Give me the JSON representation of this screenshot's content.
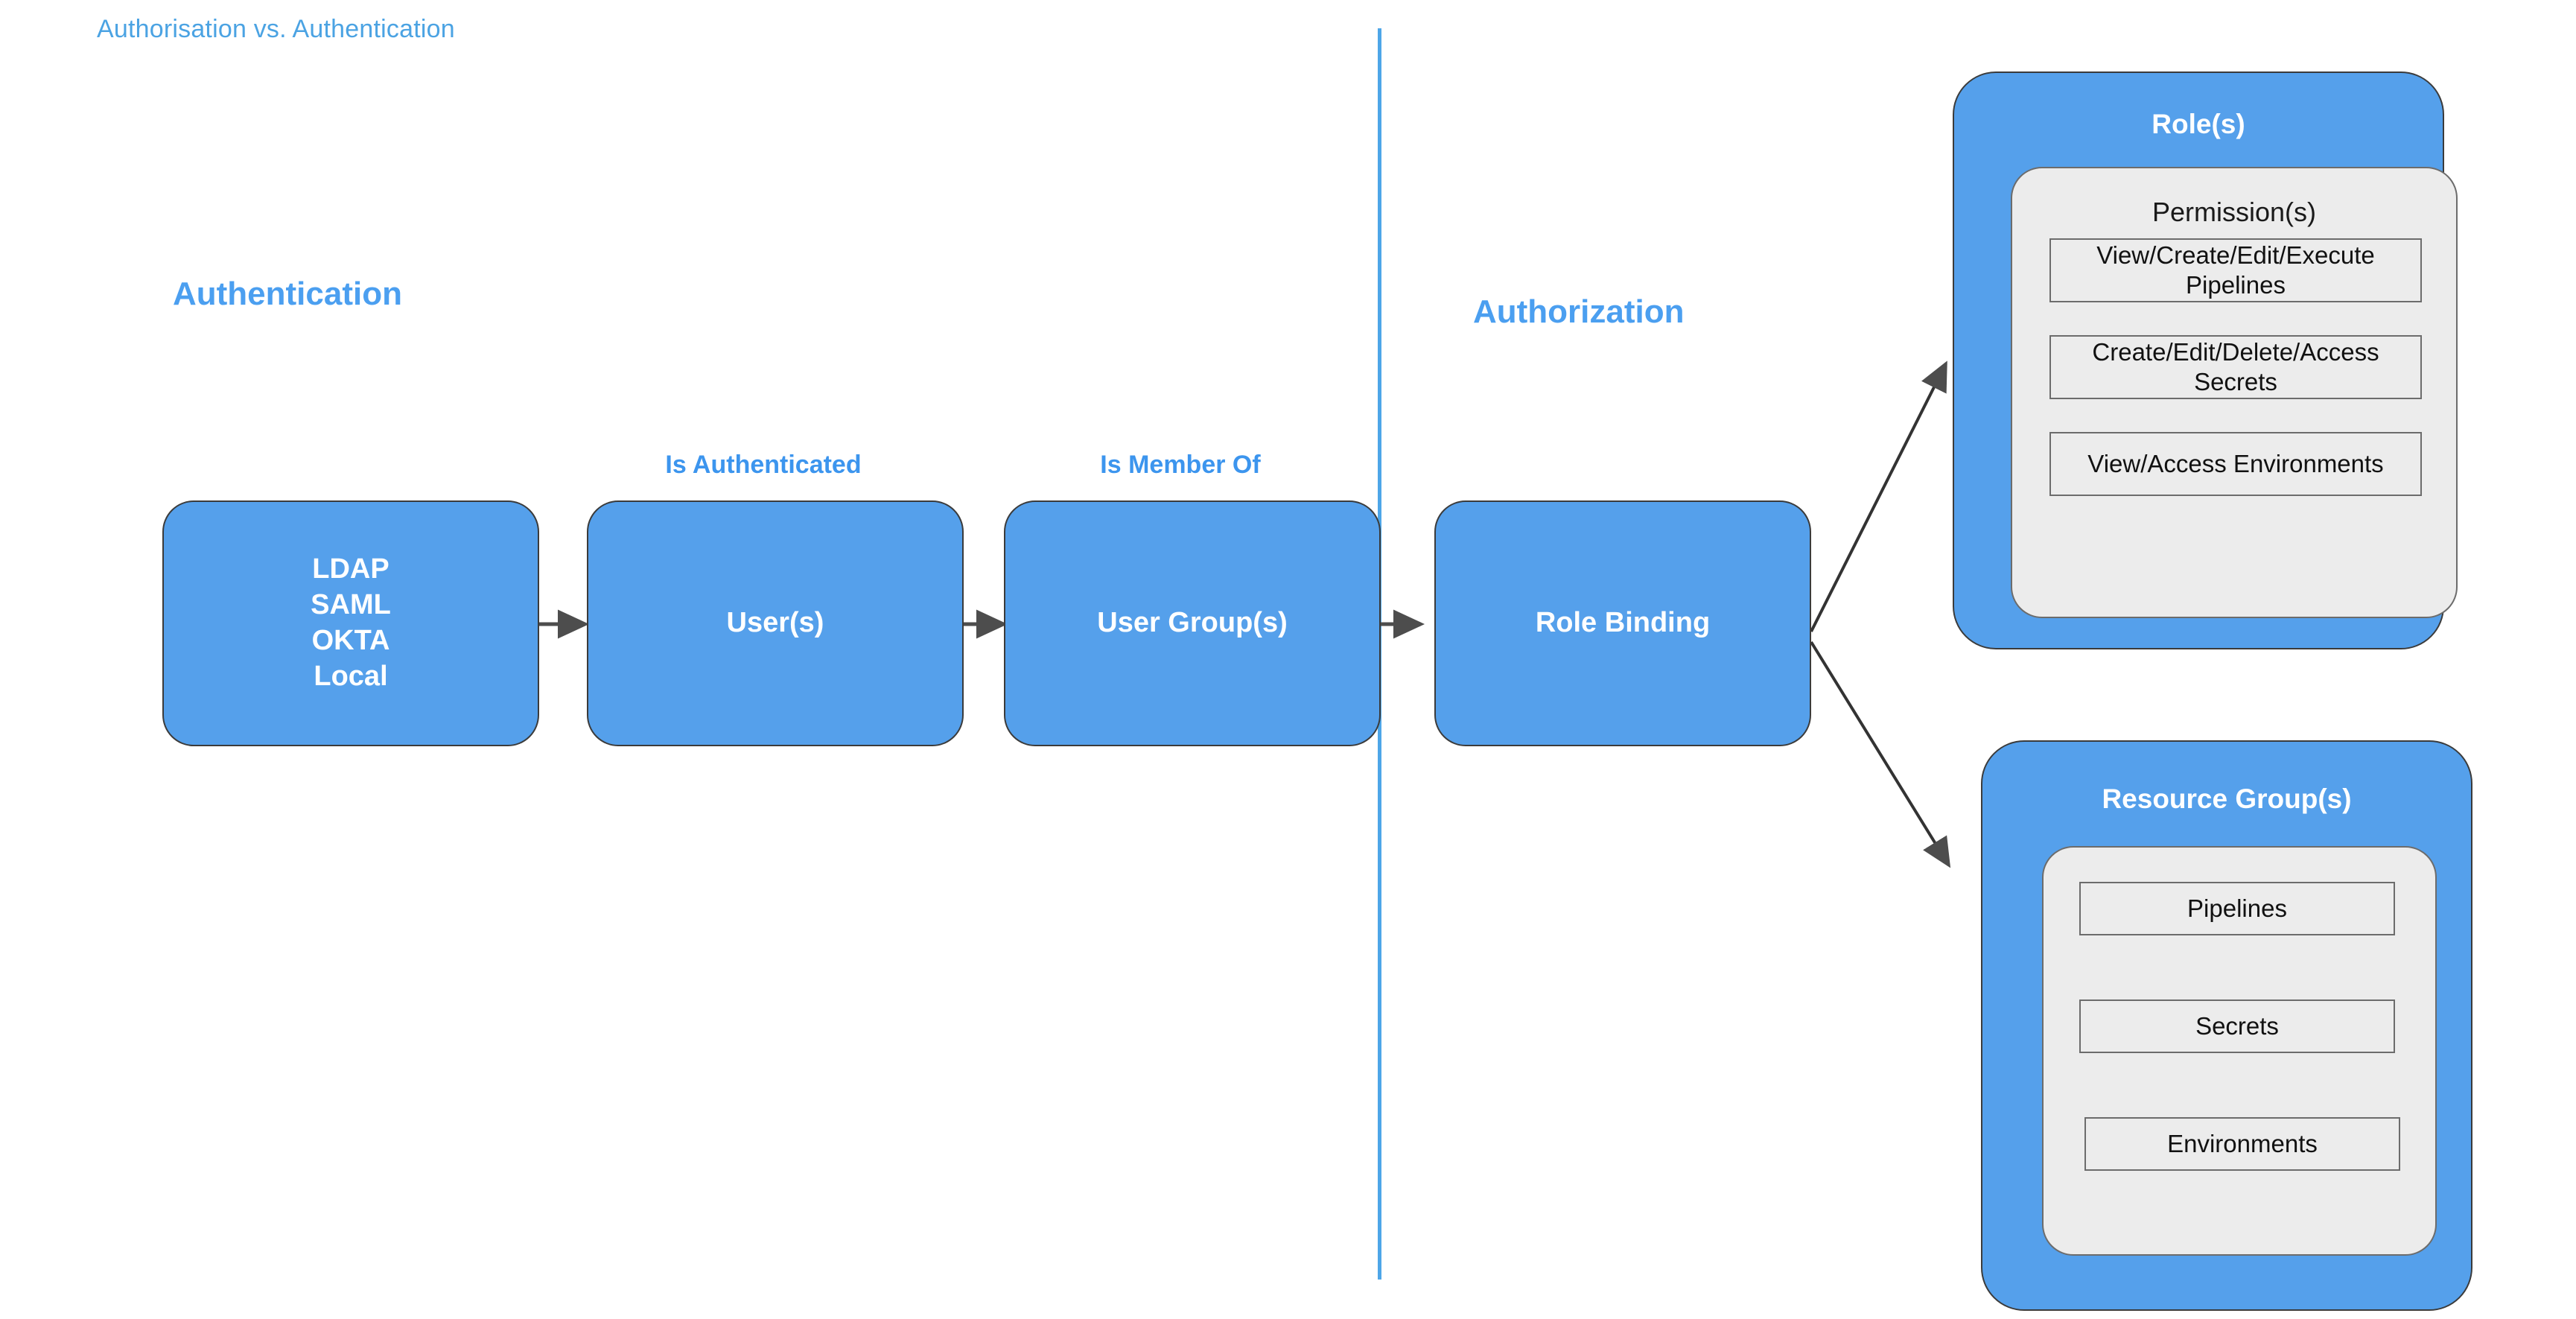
{
  "title": "Authorisation vs. Authentication",
  "sections": {
    "authentication_heading": "Authentication",
    "authorization_heading": "Authorization"
  },
  "edge_labels": {
    "is_authenticated": "Is Authenticated",
    "is_member_of": "Is Member Of"
  },
  "flow": {
    "identity_providers": {
      "lines": [
        "LDAP",
        "SAML",
        "OKTA",
        "Local"
      ]
    },
    "users": "User(s)",
    "user_groups": "User Group(s)",
    "role_binding": "Role Binding"
  },
  "roles_panel": {
    "title": "Role(s)",
    "inner_title": "Permission(s)",
    "permissions": [
      "View/Create/Edit/Execute Pipelines",
      "Create/Edit/Delete/Access Secrets",
      "View/Access Environments"
    ]
  },
  "resource_groups_panel": {
    "title": "Resource Group(s)",
    "resources": [
      "Pipelines",
      "Secrets",
      "Environments"
    ]
  },
  "colors": {
    "brand_blue": "#55A0EB",
    "title_blue": "#4BA3E3",
    "heading_blue": "#4B9FF0",
    "label_blue": "#3C95EE",
    "panel_gray": "#ececec",
    "border_dark": "#3b3b3b",
    "border_gray": "#6c6c6c",
    "arrow_gray": "#4d4d4d",
    "background": "#ffffff"
  }
}
